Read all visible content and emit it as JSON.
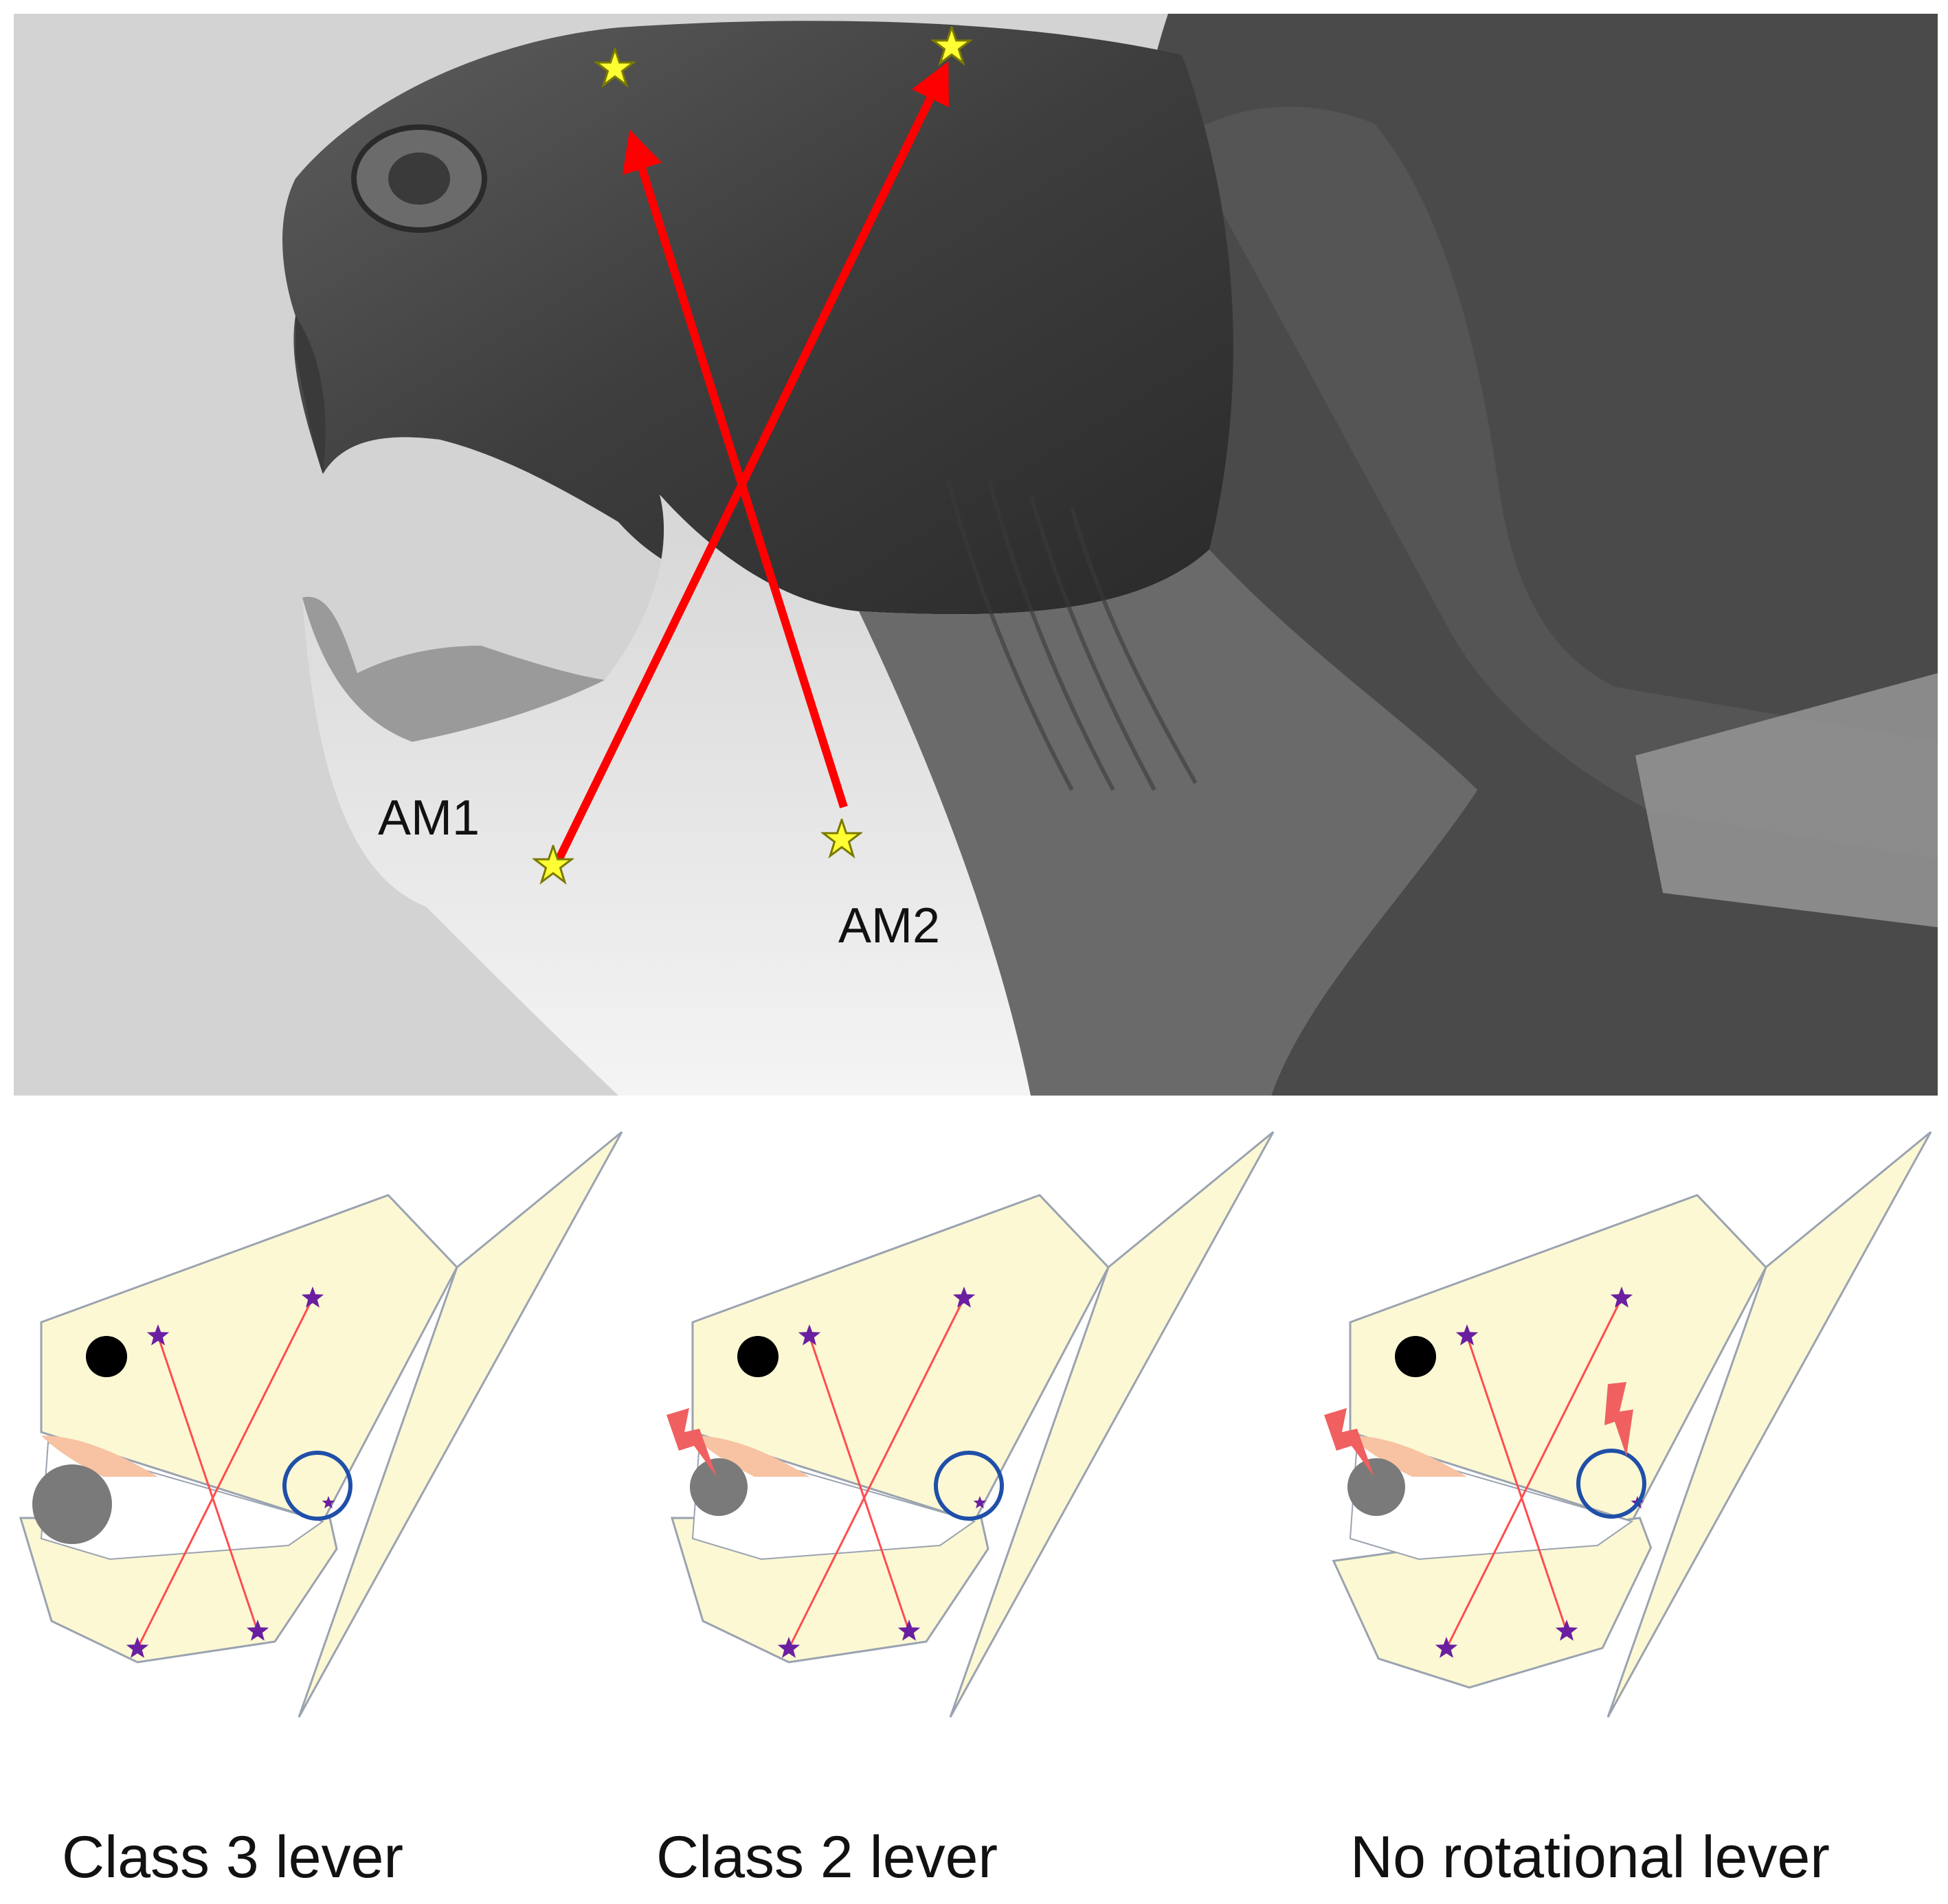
{
  "photo": {
    "description_labels": {
      "am1": "AM1",
      "am2": "AM2"
    },
    "colors": {
      "background": "#d3d3d3",
      "arrow": "#ff0000",
      "star": "#ffff33"
    }
  },
  "panels": [
    {
      "caption": "Class 3 lever"
    },
    {
      "caption": "Class 2 lever"
    },
    {
      "caption": "No rotational lever"
    }
  ],
  "colors": {
    "skull_fill": "#fcf8d4",
    "skull_stroke": "#9aa3b0",
    "eye": "#000000",
    "muscle_line": "#ff4d4d",
    "marker": "#6a1fa0",
    "joint_ring": "#1f4fa8",
    "beak": "#f7c3a3",
    "prey": "#7a7a7a",
    "bolt": "#f06060"
  }
}
